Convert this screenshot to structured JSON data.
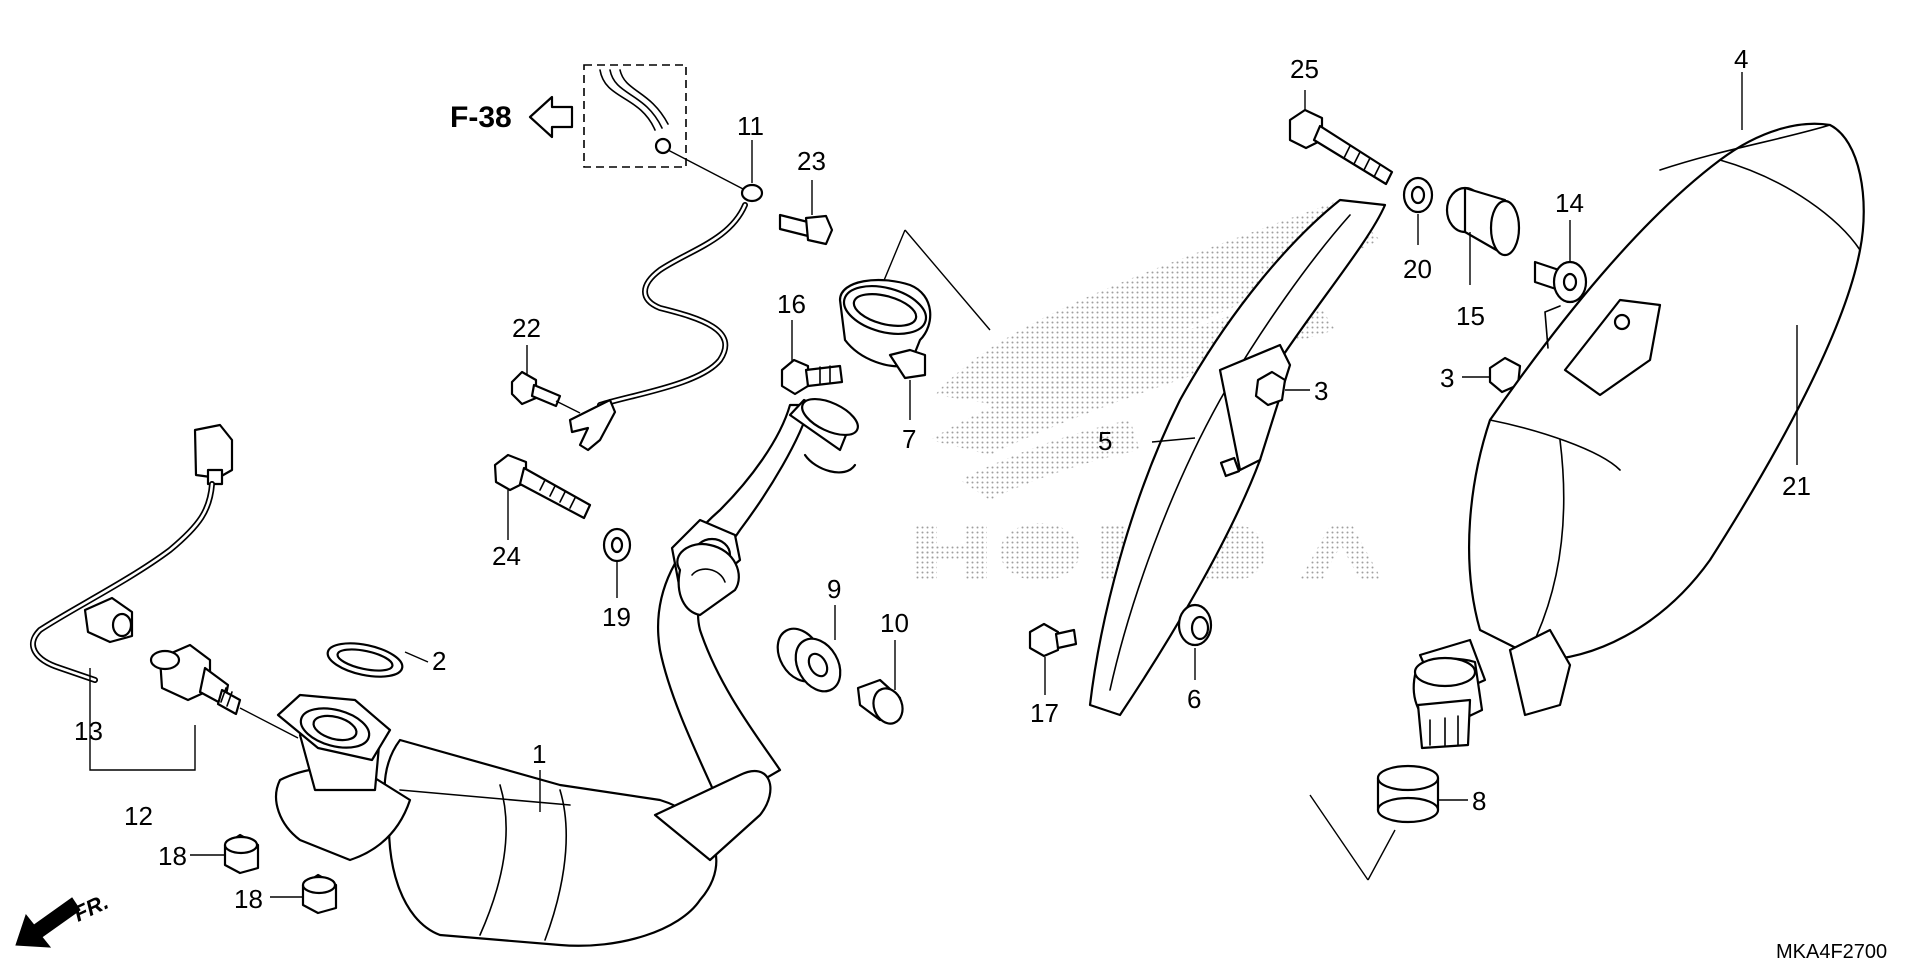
{
  "reference": {
    "label": "F-38"
  },
  "direction": {
    "label": "FR."
  },
  "diagram_code": "MKA4F2700",
  "callouts": [
    {
      "id": "c1",
      "text": "1"
    },
    {
      "id": "c2",
      "text": "2"
    },
    {
      "id": "c3a",
      "text": "3"
    },
    {
      "id": "c3b",
      "text": "3"
    },
    {
      "id": "c4",
      "text": "4"
    },
    {
      "id": "c5",
      "text": "5"
    },
    {
      "id": "c6",
      "text": "6"
    },
    {
      "id": "c7",
      "text": "7"
    },
    {
      "id": "c8",
      "text": "8"
    },
    {
      "id": "c9",
      "text": "9"
    },
    {
      "id": "c10",
      "text": "10"
    },
    {
      "id": "c11",
      "text": "11"
    },
    {
      "id": "c12",
      "text": "12"
    },
    {
      "id": "c13",
      "text": "13"
    },
    {
      "id": "c14",
      "text": "14"
    },
    {
      "id": "c15",
      "text": "15"
    },
    {
      "id": "c16",
      "text": "16"
    },
    {
      "id": "c17",
      "text": "17"
    },
    {
      "id": "c18a",
      "text": "18"
    },
    {
      "id": "c18b",
      "text": "18"
    },
    {
      "id": "c19",
      "text": "19"
    },
    {
      "id": "c20",
      "text": "20"
    },
    {
      "id": "c21",
      "text": "21"
    },
    {
      "id": "c22",
      "text": "22"
    },
    {
      "id": "c23",
      "text": "23"
    },
    {
      "id": "c24",
      "text": "24"
    },
    {
      "id": "c25",
      "text": "25"
    }
  ],
  "colors": {
    "ink": "#000000",
    "background": "#ffffff",
    "watermark": "#9a9a9a"
  },
  "icons": {
    "reference_arrow": "arrow-left-outline-icon",
    "front_arrow": "arrow-down-left-icon"
  }
}
